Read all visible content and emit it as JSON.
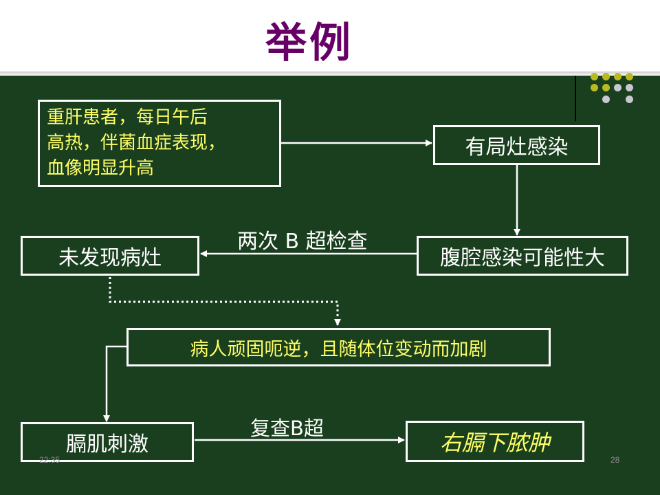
{
  "slide": {
    "title": "举例",
    "footer_left": "22:35",
    "page_number": "28"
  },
  "boxes": {
    "patient_desc": [
      "重肝患者，每日午后",
      "高热，伴菌血症表现，",
      "血像明显升高"
    ],
    "local_infection": "有局灶感染",
    "abdominal_infection": "腹腔感染可能性大",
    "no_lesion": "未发现病灶",
    "hiccups": "病人顽固呃逆，且随体位变动而加剧",
    "diaphragm": "膈肌刺激",
    "abscess": "右膈下脓肿"
  },
  "labels": {
    "b_scan_twice": "两次 B 超检查",
    "recheck_b": "复查B超"
  },
  "colors": {
    "background": "#1a3f1f",
    "title": "#660066",
    "box_border": "#ffffff",
    "yellow_text": "#ffff66",
    "white_text": "#ffffff"
  },
  "icons": [
    "decorative-dot-grid-icon"
  ]
}
